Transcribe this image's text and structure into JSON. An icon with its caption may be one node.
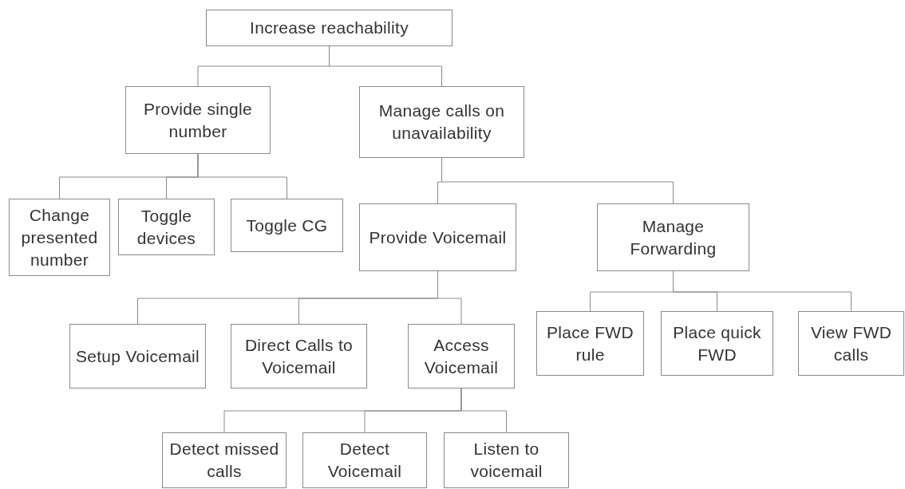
{
  "diagram": {
    "nodes": [
      {
        "text": [
          "Increase reachability"
        ]
      },
      {
        "text": [
          "Provide single number"
        ]
      },
      {
        "text": [
          "Manage calls on unavailability"
        ]
      },
      {
        "text": [
          "Change presented number"
        ]
      },
      {
        "text": [
          "Toggle devices"
        ]
      },
      {
        "text": [
          "Toggle CG"
        ]
      },
      {
        "text": [
          "Provide Voicemail"
        ]
      },
      {
        "text": [
          "Manage Forwarding"
        ]
      },
      {
        "text": [
          "Setup Voicemail"
        ]
      },
      {
        "text": [
          "Direct Calls to Voicemail"
        ]
      },
      {
        "text": [
          "Access Voicemail"
        ]
      },
      {
        "text": [
          "Place FWD rule"
        ]
      },
      {
        "text": [
          "Place quick FWD"
        ]
      },
      {
        "text": [
          "View FWD calls"
        ]
      },
      {
        "text": [
          "Detect missed calls"
        ]
      },
      {
        "text": [
          "Detect Voicemail"
        ]
      },
      {
        "text": [
          "Listen to voicemail"
        ]
      }
    ],
    "edges": [
      {
        "from": 0,
        "to": 1,
        "arrow": "none"
      },
      {
        "from": 0,
        "to": 2,
        "arrow": "none"
      },
      {
        "from": 1,
        "to": 3,
        "arrow": "none"
      },
      {
        "from": 1,
        "to": 4,
        "arrow": "none"
      },
      {
        "from": 1,
        "to": 5,
        "arrow": "none"
      },
      {
        "from": 2,
        "to": 6,
        "arrow": "none"
      },
      {
        "from": 2,
        "to": 7,
        "arrow": "none"
      },
      {
        "from": 6,
        "to": 8,
        "arrow": "none"
      },
      {
        "from": 6,
        "to": 9,
        "arrow": "none"
      },
      {
        "from": 6,
        "to": 10,
        "arrow": "none"
      },
      {
        "from": 7,
        "to": 11,
        "arrow": "none"
      },
      {
        "from": 7,
        "to": 12,
        "arrow": "none"
      },
      {
        "from": 7,
        "to": 13,
        "arrow": "none"
      },
      {
        "from": 10,
        "to": 14,
        "arrow": "none"
      },
      {
        "from": 10,
        "to": 15,
        "arrow": "none"
      },
      {
        "from": 10,
        "to": 16,
        "arrow": "none"
      }
    ]
  }
}
